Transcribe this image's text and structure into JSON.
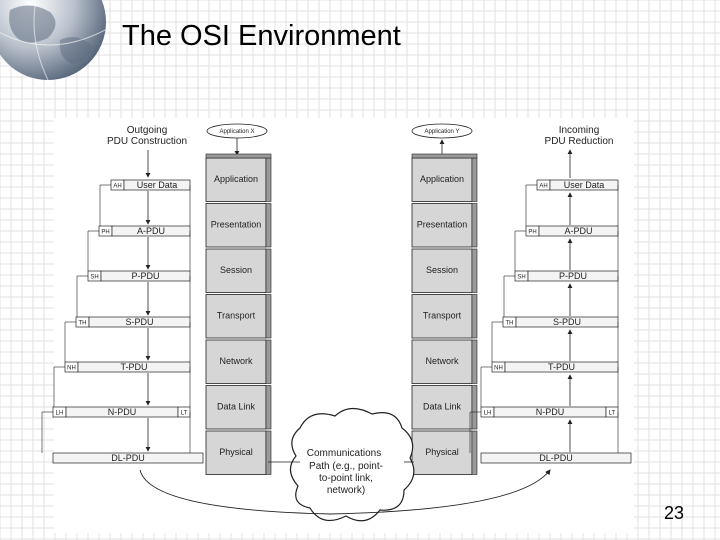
{
  "title": "The OSI Environment",
  "page_number": "23",
  "left_heading": [
    "Outgoing",
    "PDU Construction"
  ],
  "right_heading": [
    "Incoming",
    "PDU Reduction"
  ],
  "app_left": "Application X",
  "app_right": "Application Y",
  "layers": [
    "Application",
    "Presentation",
    "Session",
    "Transport",
    "Network",
    "Data Link",
    "Physical"
  ],
  "left_pdus": [
    {
      "header": "AH",
      "label": "User Data"
    },
    {
      "header": "PH",
      "label": "A-PDU"
    },
    {
      "header": "SH",
      "label": "P-PDU"
    },
    {
      "header": "TH",
      "label": "S-PDU"
    },
    {
      "header": "NH",
      "label": "T-PDU"
    },
    {
      "header": "LH",
      "label": "N-PDU",
      "trailer": "LT"
    },
    {
      "label": "DL-PDU"
    }
  ],
  "right_pdus": [
    {
      "header": "AH",
      "label": "User Data"
    },
    {
      "header": "PH",
      "label": "A-PDU"
    },
    {
      "header": "SH",
      "label": "P-PDU"
    },
    {
      "header": "TH",
      "label": "S-PDU"
    },
    {
      "header": "NH",
      "label": "T-PDU"
    },
    {
      "header": "LH",
      "label": "N-PDU",
      "trailer": "LT"
    },
    {
      "label": "DL-PDU"
    }
  ],
  "cloud": [
    "Communications",
    "Path (e.g., point-",
    "to-point link,",
    "network)"
  ],
  "colors": {
    "layer_fill": "#d6d6d6",
    "layer_side": "#9a9a9a",
    "pdu_fill": "#f4f4f4",
    "grid_line": "#e2e2e2",
    "globe_dark": "#4a5a70",
    "globe_light": "#d8dde4"
  }
}
